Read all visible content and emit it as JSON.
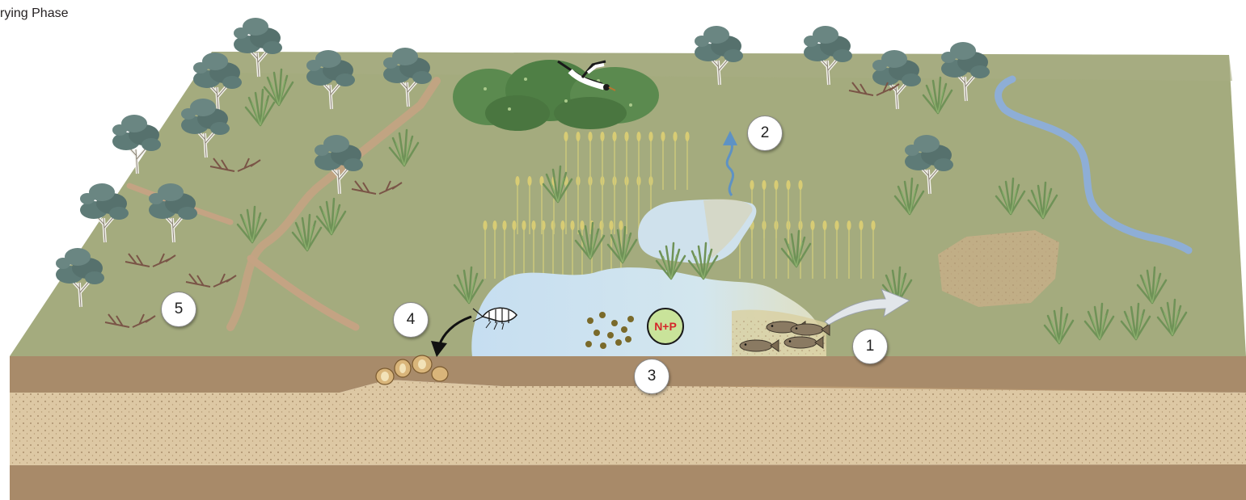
{
  "title": "rying Phase",
  "markers": [
    "1",
    "2",
    "3",
    "4",
    "5"
  ],
  "nutrient_label": "N+P",
  "colors": {
    "land_top": "#a4ab7e",
    "soil_top": "#a88b6a",
    "soil_mid": "#ddc8a4",
    "soil_bottom": "#a88a69",
    "water": "#c9dff0",
    "creek": "#8eaed6",
    "tree_canopy": "#5e7b77",
    "reeds": "#cfcf84",
    "grass": "#6e9156",
    "path": "#c4a383"
  },
  "icons": [
    "tree-icon",
    "bird-icon",
    "reed-icon",
    "grass-tuft-icon",
    "fish-icon",
    "shrimp-icon",
    "seed-icon",
    "evaporation-arrow-icon",
    "flow-arrow-icon",
    "creek-icon"
  ]
}
